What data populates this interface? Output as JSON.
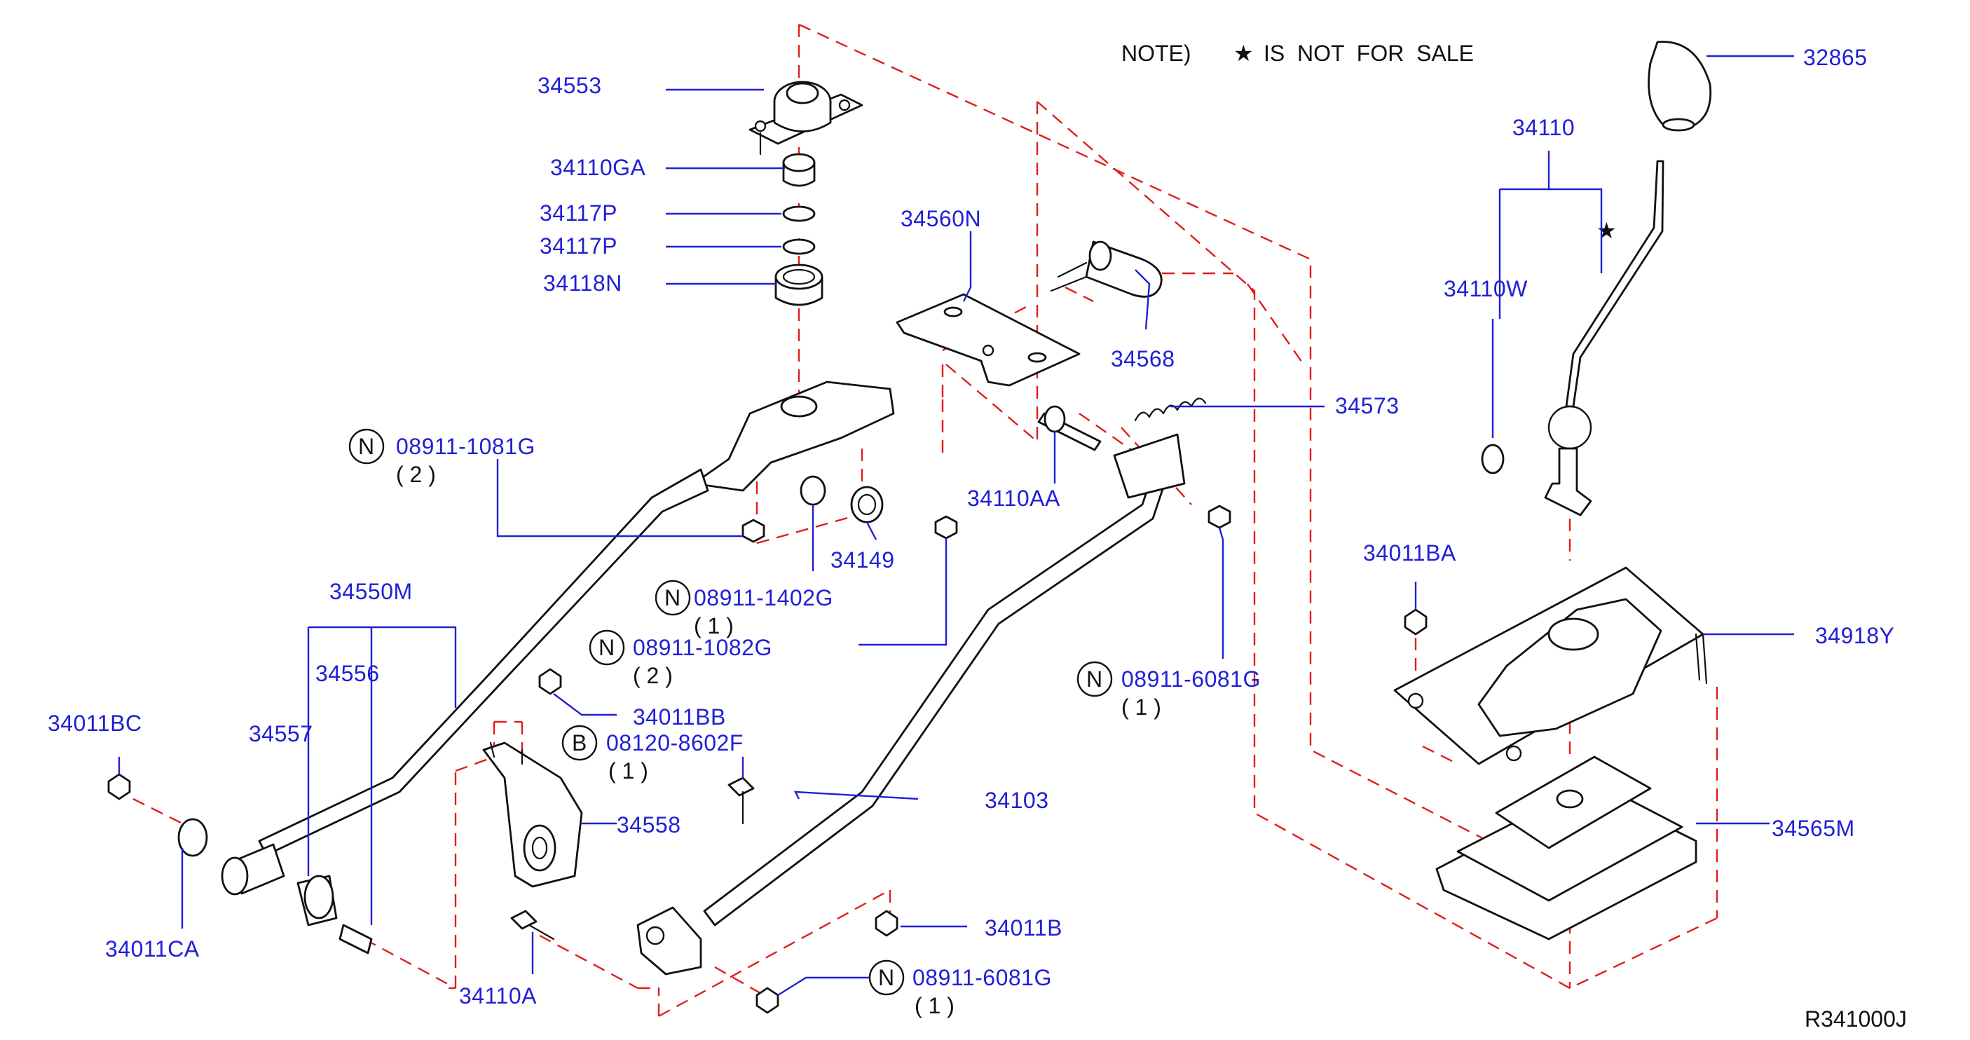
{
  "note": {
    "text": "NOTE)",
    "star": "★",
    "rest": "IS  NOT  FOR  SALE"
  },
  "diagram_code": "R341000J",
  "star_mark": "★",
  "prefix_n": "N",
  "prefix_b": "B",
  "labels": {
    "p34553": "34553",
    "p34110GA": "34110GA",
    "p34117P_a": "34117P",
    "p34117P_b": "34117P",
    "p34118N": "34118N",
    "p34560N": "34560N",
    "p34568": "34568",
    "p34573": "34573",
    "p08911_1081G": "08911-1081G",
    "q08911_1081G": "( 2 )",
    "p34110AA": "34110AA",
    "p34149": "34149",
    "p08911_1402G": "08911-1402G",
    "q08911_1402G": "( 1 )",
    "p08911_1082G": "08911-1082G",
    "q08911_1082G": "( 2 )",
    "p34550M": "34550M",
    "p34556": "34556",
    "p34557": "34557",
    "p34011BC": "34011BC",
    "p34011BB": "34011BB",
    "p08120_8602F": "08120-8602F",
    "q08120_8602F": "( 1 )",
    "p34558": "34558",
    "p34103": "34103",
    "p34011CA": "34011CA",
    "p34110A": "34110A",
    "p34011B": "34011B",
    "p08911_6081G_a": "08911-6081G",
    "q08911_6081G_a": "( 1 )",
    "p08911_6081G_b": "08911-6081G",
    "q08911_6081G_b": "( 1 )",
    "p32865": "32865",
    "p34110": "34110",
    "p34110W": "34110W",
    "p34011BA": "34011BA",
    "p34918Y": "34918Y",
    "p34565M": "34565M"
  }
}
